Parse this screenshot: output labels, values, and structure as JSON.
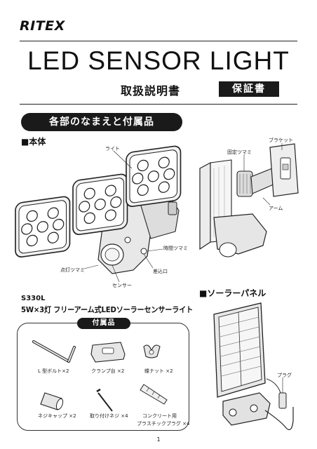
{
  "header": {
    "brand": "RITEX",
    "title": "LED  SENSOR  LIGHT",
    "subtitle": "取扱説明書",
    "warranty_badge": "保証書"
  },
  "parts_section": {
    "heading": "各部のなまえと付属品",
    "body_heading": "■本体",
    "body_labels": {
      "light": "ライト",
      "time_knob": "時間ツマミ",
      "lighting_knob": "点灯ツマミ",
      "sensor": "センサー",
      "inlet": "差込口",
      "fixing_knob": "固定ツマミ",
      "bracket": "ブラケット",
      "arm": "アーム"
    },
    "model": "S330L",
    "product_name": "5W×3灯 フリーアーム式LEDソーラーセンサーライト",
    "accessories": {
      "heading": "付属品",
      "items": [
        {
          "label": "L 型ボルト×2"
        },
        {
          "label": "クランプ台 ×2"
        },
        {
          "label": "蝶ナット ×2"
        },
        {
          "label": "ネジキャップ ×2"
        },
        {
          "label": "取り付けネジ ×4"
        },
        {
          "label_line1": "コンクリート用",
          "label_line2": "プラスチックプラグ ×4"
        }
      ]
    },
    "solar": {
      "heading": "■ソーラーパネル",
      "plug_label": "プラグ"
    }
  },
  "footer": {
    "page_number": "1"
  },
  "colors": {
    "ink": "#111111",
    "badge_bg": "#1a1a1a",
    "line_art_gray": "#e6e6e6"
  }
}
